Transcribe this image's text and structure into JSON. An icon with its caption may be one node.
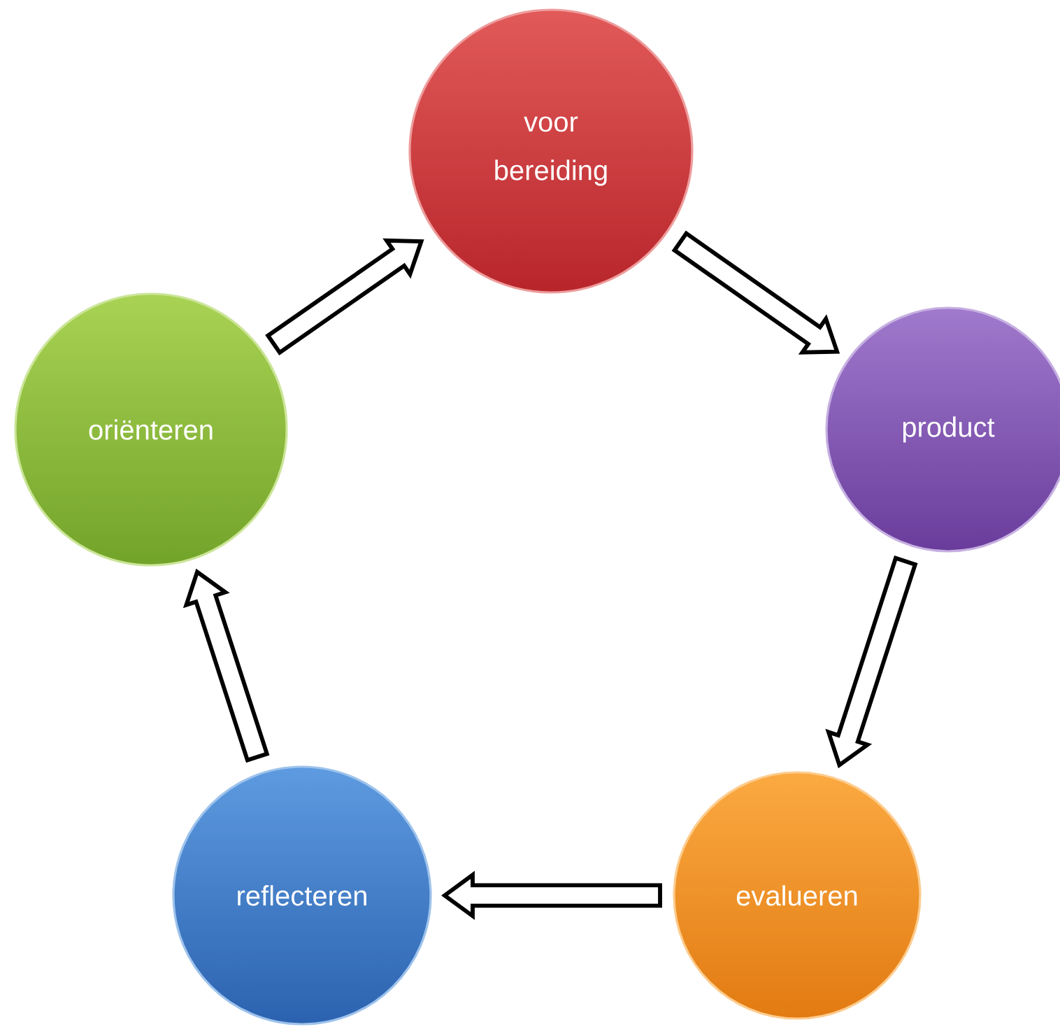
{
  "diagram": {
    "nodes": [
      {
        "text": [
          "voor bereiding"
        ]
      },
      {
        "text": [
          "product"
        ]
      },
      {
        "text": [
          "evalueren"
        ]
      },
      {
        "text": [
          "reflecteren"
        ]
      },
      {
        "text": [
          "oriënteren"
        ]
      }
    ],
    "edges": [
      {
        "from": 4,
        "to": 0,
        "arrow": "to"
      },
      {
        "from": 0,
        "to": 1,
        "arrow": "to"
      },
      {
        "from": 1,
        "to": 2,
        "arrow": "to"
      },
      {
        "from": 2,
        "to": 3,
        "arrow": "to"
      },
      {
        "from": 3,
        "to": 4,
        "arrow": "to"
      }
    ]
  }
}
